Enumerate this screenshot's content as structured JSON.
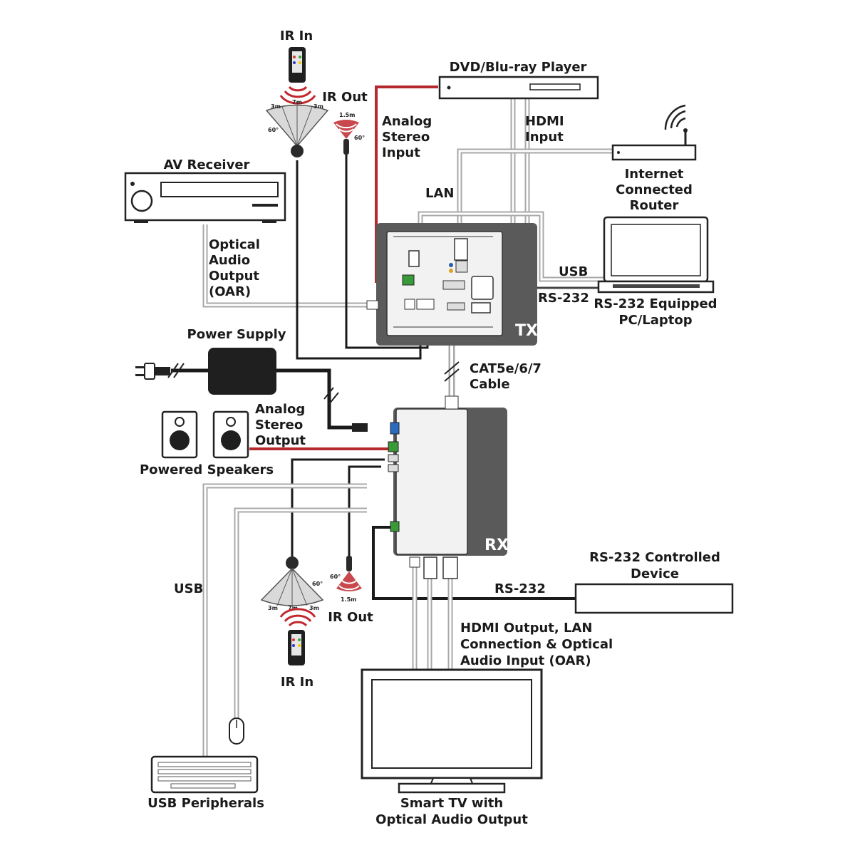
{
  "labels": {
    "ir_in_top": "IR In",
    "ir_out_top": "IR Out",
    "dvd_player": "DVD/Blu-ray Player",
    "analog_stereo_input": [
      "Analog",
      "Stereo",
      "Input"
    ],
    "hdmi_input": [
      "HDMI",
      "Input"
    ],
    "router": [
      "Internet",
      "Connected",
      "Router"
    ],
    "av_receiver": "AV Receiver",
    "lan": "LAN",
    "optical_audio_output": [
      "Optical",
      "Audio",
      "Output",
      "(OAR)"
    ],
    "usb_top": "USB",
    "rs232_top": "RS-232",
    "pc_laptop": [
      "RS-232 Equipped",
      "PC/Laptop"
    ],
    "tx_unit": "TX",
    "power_supply": "Power Supply",
    "cat_cable": [
      "CAT5e/6/7",
      "Cable"
    ],
    "analog_stereo_output": [
      "Analog",
      "Stereo",
      "Output"
    ],
    "powered_speakers": "Powered Speakers",
    "rx_unit": "RX",
    "rs232_device": [
      "RS-232 Controlled",
      "Device"
    ],
    "usb_left": "USB",
    "rs232_bottom": "RS-232",
    "ir_out_bottom": "IR Out",
    "ir_in_bottom": "IR In",
    "tv_connections": [
      "HDMI Output, LAN",
      "Connection & Optical",
      "Audio Input (OAR)"
    ],
    "usb_peripherals": "USB Peripherals",
    "smart_tv": [
      "Smart TV with",
      "Optical Audio Output"
    ]
  },
  "ir_range": {
    "left": "3m",
    "center": "7m",
    "right": "3m",
    "angle": "60°",
    "ir_out_range": "1.5m"
  },
  "colors": {
    "analog_audio": "#b5282e",
    "cable_grey": "#9a9a9a",
    "unit_dark": "#555555",
    "line": "#1a1a1a"
  }
}
